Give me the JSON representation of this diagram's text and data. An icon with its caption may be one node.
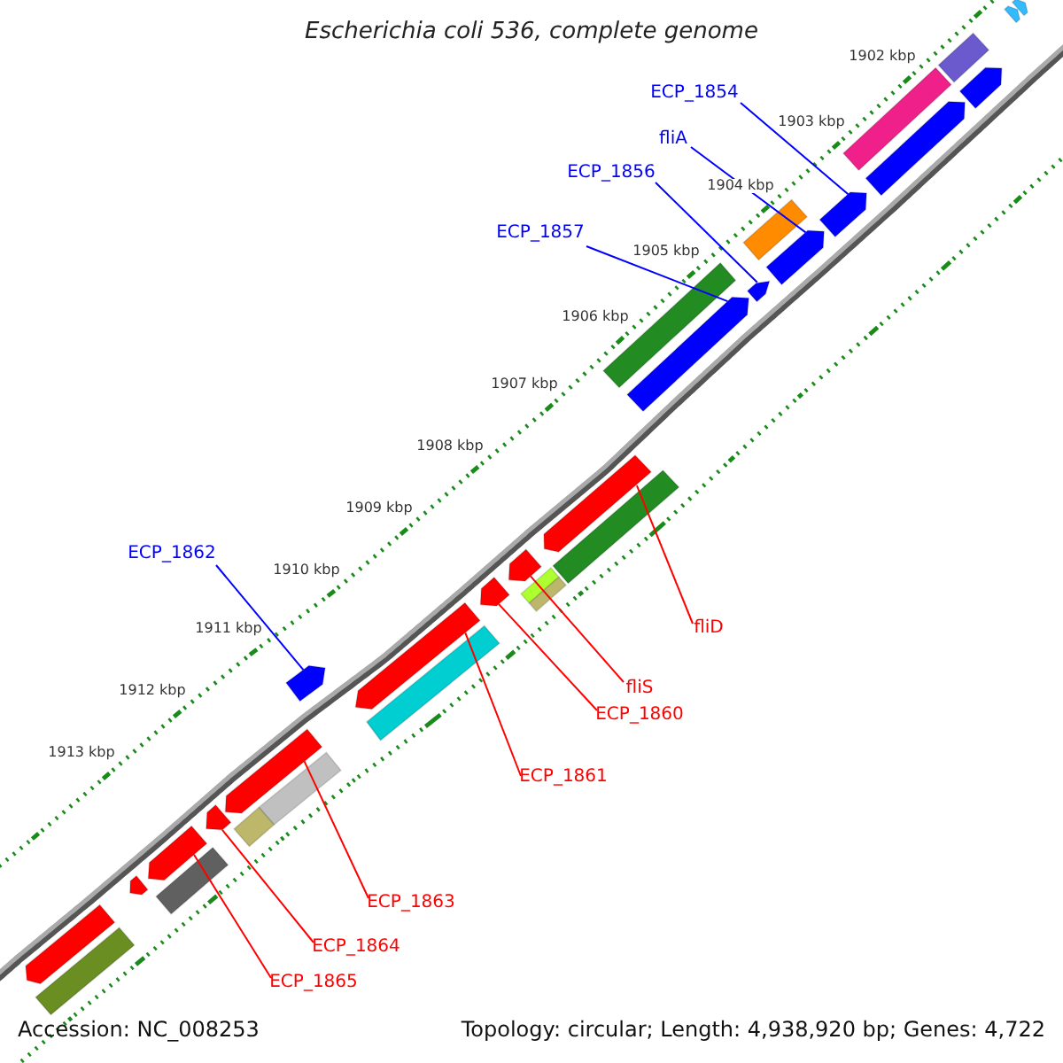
{
  "diagram": {
    "title": "Escherichia coli 536, complete genome",
    "nodes": [
      {
        "text": [
          "ECP_1854"
        ]
      },
      {
        "text": [
          "fliA"
        ]
      },
      {
        "text": [
          "ECP_1856"
        ]
      },
      {
        "text": [
          "ECP_1857"
        ]
      },
      {
        "text": [
          "ECP_1862"
        ]
      },
      {
        "text": [
          "fliD"
        ]
      },
      {
        "text": [
          "fliS"
        ]
      },
      {
        "text": [
          "ECP_1860"
        ]
      },
      {
        "text": [
          "ECP_1861"
        ]
      },
      {
        "text": [
          "ECP_1863"
        ]
      },
      {
        "text": [
          "ECP_1864"
        ]
      },
      {
        "text": [
          "ECP_1865"
        ]
      },
      {
        "text": [],
        "shape": "bar"
      },
      {
        "text": [],
        "shape": "bar"
      },
      {
        "text": [],
        "shape": "bar"
      },
      {
        "text": [],
        "shape": "bar"
      },
      {
        "text": [],
        "shape": "bar"
      },
      {
        "text": [],
        "shape": "bar"
      },
      {
        "text": [],
        "shape": "bar"
      },
      {
        "text": [],
        "shape": "bar"
      },
      {
        "text": [],
        "shape": "bar"
      },
      {
        "text": [],
        "shape": "bar"
      },
      {
        "text": [],
        "shape": "bar"
      },
      {
        "text": [],
        "shape": "bar"
      }
    ],
    "edges": [
      {
        "from": 0,
        "to": 12,
        "arrow": "none",
        "color": "#0000ff"
      },
      {
        "from": 1,
        "to": 13,
        "arrow": "none",
        "color": "#0000ff"
      },
      {
        "from": 2,
        "to": 14,
        "arrow": "none",
        "color": "#0000ff"
      },
      {
        "from": 3,
        "to": 15,
        "arrow": "none",
        "color": "#0000ff"
      },
      {
        "from": 4,
        "to": 20,
        "arrow": "none",
        "color": "#0000ff"
      },
      {
        "from": 5,
        "to": 16,
        "arrow": "none"
      },
      {
        "from": 6,
        "to": 17,
        "arrow": "none"
      },
      {
        "from": 7,
        "to": 18,
        "arrow": "none"
      },
      {
        "from": 8,
        "to": 19,
        "arrow": "none"
      },
      {
        "from": 9,
        "to": 21,
        "arrow": "none"
      },
      {
        "from": 10,
        "to": 22,
        "arrow": "none"
      },
      {
        "from": 11,
        "to": 23,
        "arrow": "none"
      }
    ],
    "labels": [
      "1902 kbp",
      "1903 kbp",
      "1904 kbp",
      "1905 kbp",
      "1906 kbp",
      "1907 kbp",
      "1908 kbp",
      "1909 kbp",
      "1910 kbp",
      "1911 kbp",
      "1912 kbp",
      "1913 kbp",
      "Accession: NC_008253",
      "Topology: circular; Length: 4,938,920 bp; Genes: 4,722"
    ]
  }
}
